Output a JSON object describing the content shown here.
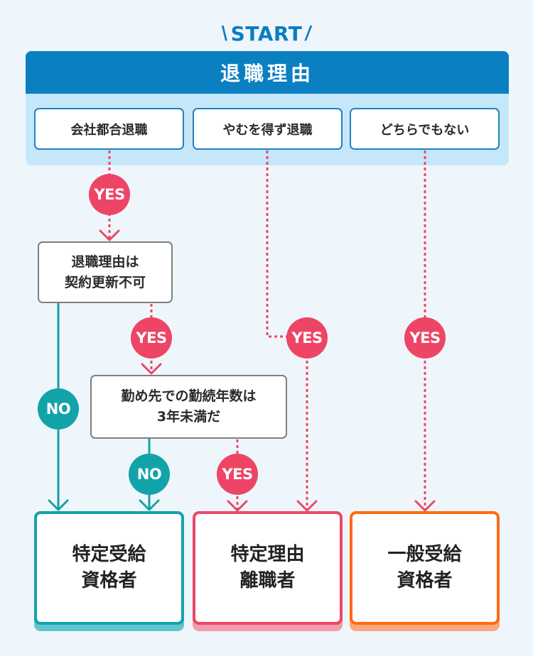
{
  "start": {
    "prefix": "\\",
    "label": "START",
    "suffix": "/"
  },
  "reason_panel": {
    "title": "退職理由",
    "options": [
      {
        "label": "会社都合退職"
      },
      {
        "label": "やむを得ず退職"
      },
      {
        "label": "どちらでもない"
      }
    ]
  },
  "decisions": [
    {
      "lines": [
        "退職理由は",
        "契約更新不可"
      ]
    },
    {
      "lines": [
        "勤め先での勤続年数は",
        "3年未満だ"
      ]
    }
  ],
  "badges": [
    {
      "label": "YES",
      "type": "yes",
      "from": "会社都合退職"
    },
    {
      "label": "YES",
      "type": "yes",
      "from": "退職理由は契約更新不可"
    },
    {
      "label": "YES",
      "type": "yes",
      "from": "やむを得ず退職"
    },
    {
      "label": "YES",
      "type": "yes",
      "from": "どちらでもない"
    },
    {
      "label": "NO",
      "type": "no",
      "from": "退職理由は契約更新不可"
    },
    {
      "label": "NO",
      "type": "no",
      "from": "勤め先での勤続年数は3年未満だ"
    },
    {
      "label": "YES",
      "type": "yes",
      "from": "勤め先での勤続年数は3年未満だ"
    }
  ],
  "results": [
    {
      "lines": [
        "特定受給",
        "資格者"
      ],
      "accent": "#12a3a8",
      "shadow": "#5fc6cd"
    },
    {
      "lines": [
        "特定理由",
        "離職者"
      ],
      "accent": "#ee4566",
      "shadow": "#f39cac"
    },
    {
      "lines": [
        "一般受給",
        "資格者"
      ],
      "accent": "#ff6a13",
      "shadow": "#f8a87e"
    }
  ],
  "colors": {
    "background": "#eef6fc",
    "header": "#0a80c2",
    "panel": "#c6e7f9",
    "option_border": "#1e82c0",
    "start": "#0b7dc1",
    "yes": "#ee4566",
    "no": "#12a3a8",
    "decision_border": "#7f7f7f",
    "text": "#222222"
  }
}
